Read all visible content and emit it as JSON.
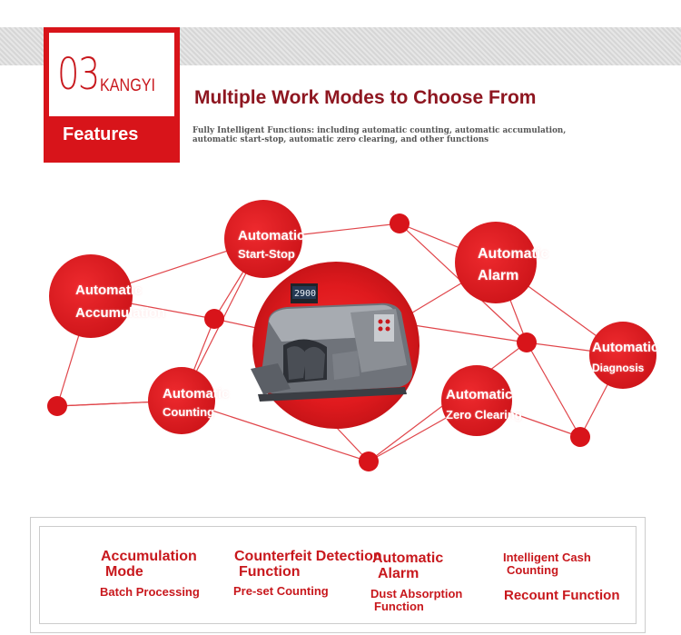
{
  "badge": {
    "number": "03",
    "brand": "KANGYI",
    "label": "Features"
  },
  "header": {
    "title": "Multiple Work Modes to Choose From",
    "subtitle_line1": "Fully Intelligent Functions: including automatic counting, automatic accumulation,",
    "subtitle_line2": "automatic start-stop, automatic zero clearing, and other functions"
  },
  "network": {
    "nodes": [
      {
        "id": "accumulation",
        "line1": "Automatic",
        "line2": "Accumulation"
      },
      {
        "id": "start-stop",
        "line1": "Automatic",
        "line2": "Start-Stop"
      },
      {
        "id": "alarm",
        "line1": "Automatic",
        "line2": "Alarm"
      },
      {
        "id": "diagnosis",
        "line1": "Automatic",
        "line2": "Diagnosis"
      },
      {
        "id": "counting",
        "line1": "Automatic",
        "line2": "Counting"
      },
      {
        "id": "zero-clearing",
        "line1": "Automatic",
        "line2": "Zero Clearing"
      }
    ],
    "machine_display": "2900"
  },
  "features": {
    "f1_line1": "Accumulation",
    "f1_line2": "Mode",
    "f2_line1": "Counterfeit Detection",
    "f2_line2": "Function",
    "f3_line1": "Automatic",
    "f3_line2": "Alarm",
    "f4_line1": "Intelligent Cash",
    "f4_line2": "Counting",
    "f5": "Batch Processing",
    "f6": "Pre-set Counting",
    "f7_line1": "Dust Absorption",
    "f7_line2": "Function",
    "f8": "Recount Function"
  },
  "colors": {
    "accent": "#d8141a",
    "title": "#8e1620",
    "line": "#e0454a"
  }
}
